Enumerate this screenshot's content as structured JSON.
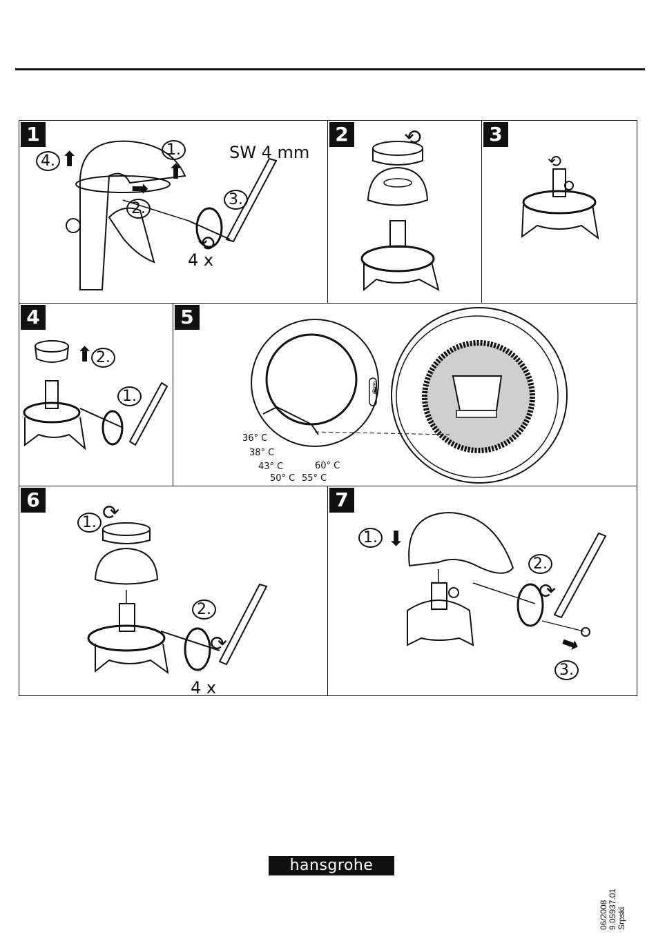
{
  "panels": {
    "p1": {
      "num": "1",
      "tool": "SW 4 mm",
      "count": "4 x",
      "s1": "1.",
      "s2": "2.",
      "s3": "3.",
      "s4": "4."
    },
    "p2": {
      "num": "2"
    },
    "p3": {
      "num": "3"
    },
    "p4": {
      "num": "4",
      "s1": "1.",
      "s2": "2."
    },
    "p5": {
      "num": "5",
      "temps": [
        "36° C",
        "38° C",
        "43° C",
        "50° C",
        "55° C",
        "60° C"
      ]
    },
    "p6": {
      "num": "6",
      "s1": "1.",
      "s2": "2.",
      "count": "4 x"
    },
    "p7": {
      "num": "7",
      "s1": "1.",
      "s2": "2.",
      "s3": "3."
    }
  },
  "footer": {
    "brand": "hansgrohe",
    "date": "06/2008",
    "doc_number": "9.05937.01",
    "language": "Srpski"
  },
  "icons": [
    "arrow-up-icon",
    "arrow-down-icon",
    "arrow-right-icon",
    "rotate-arrow-icon",
    "thermometer-icon"
  ]
}
